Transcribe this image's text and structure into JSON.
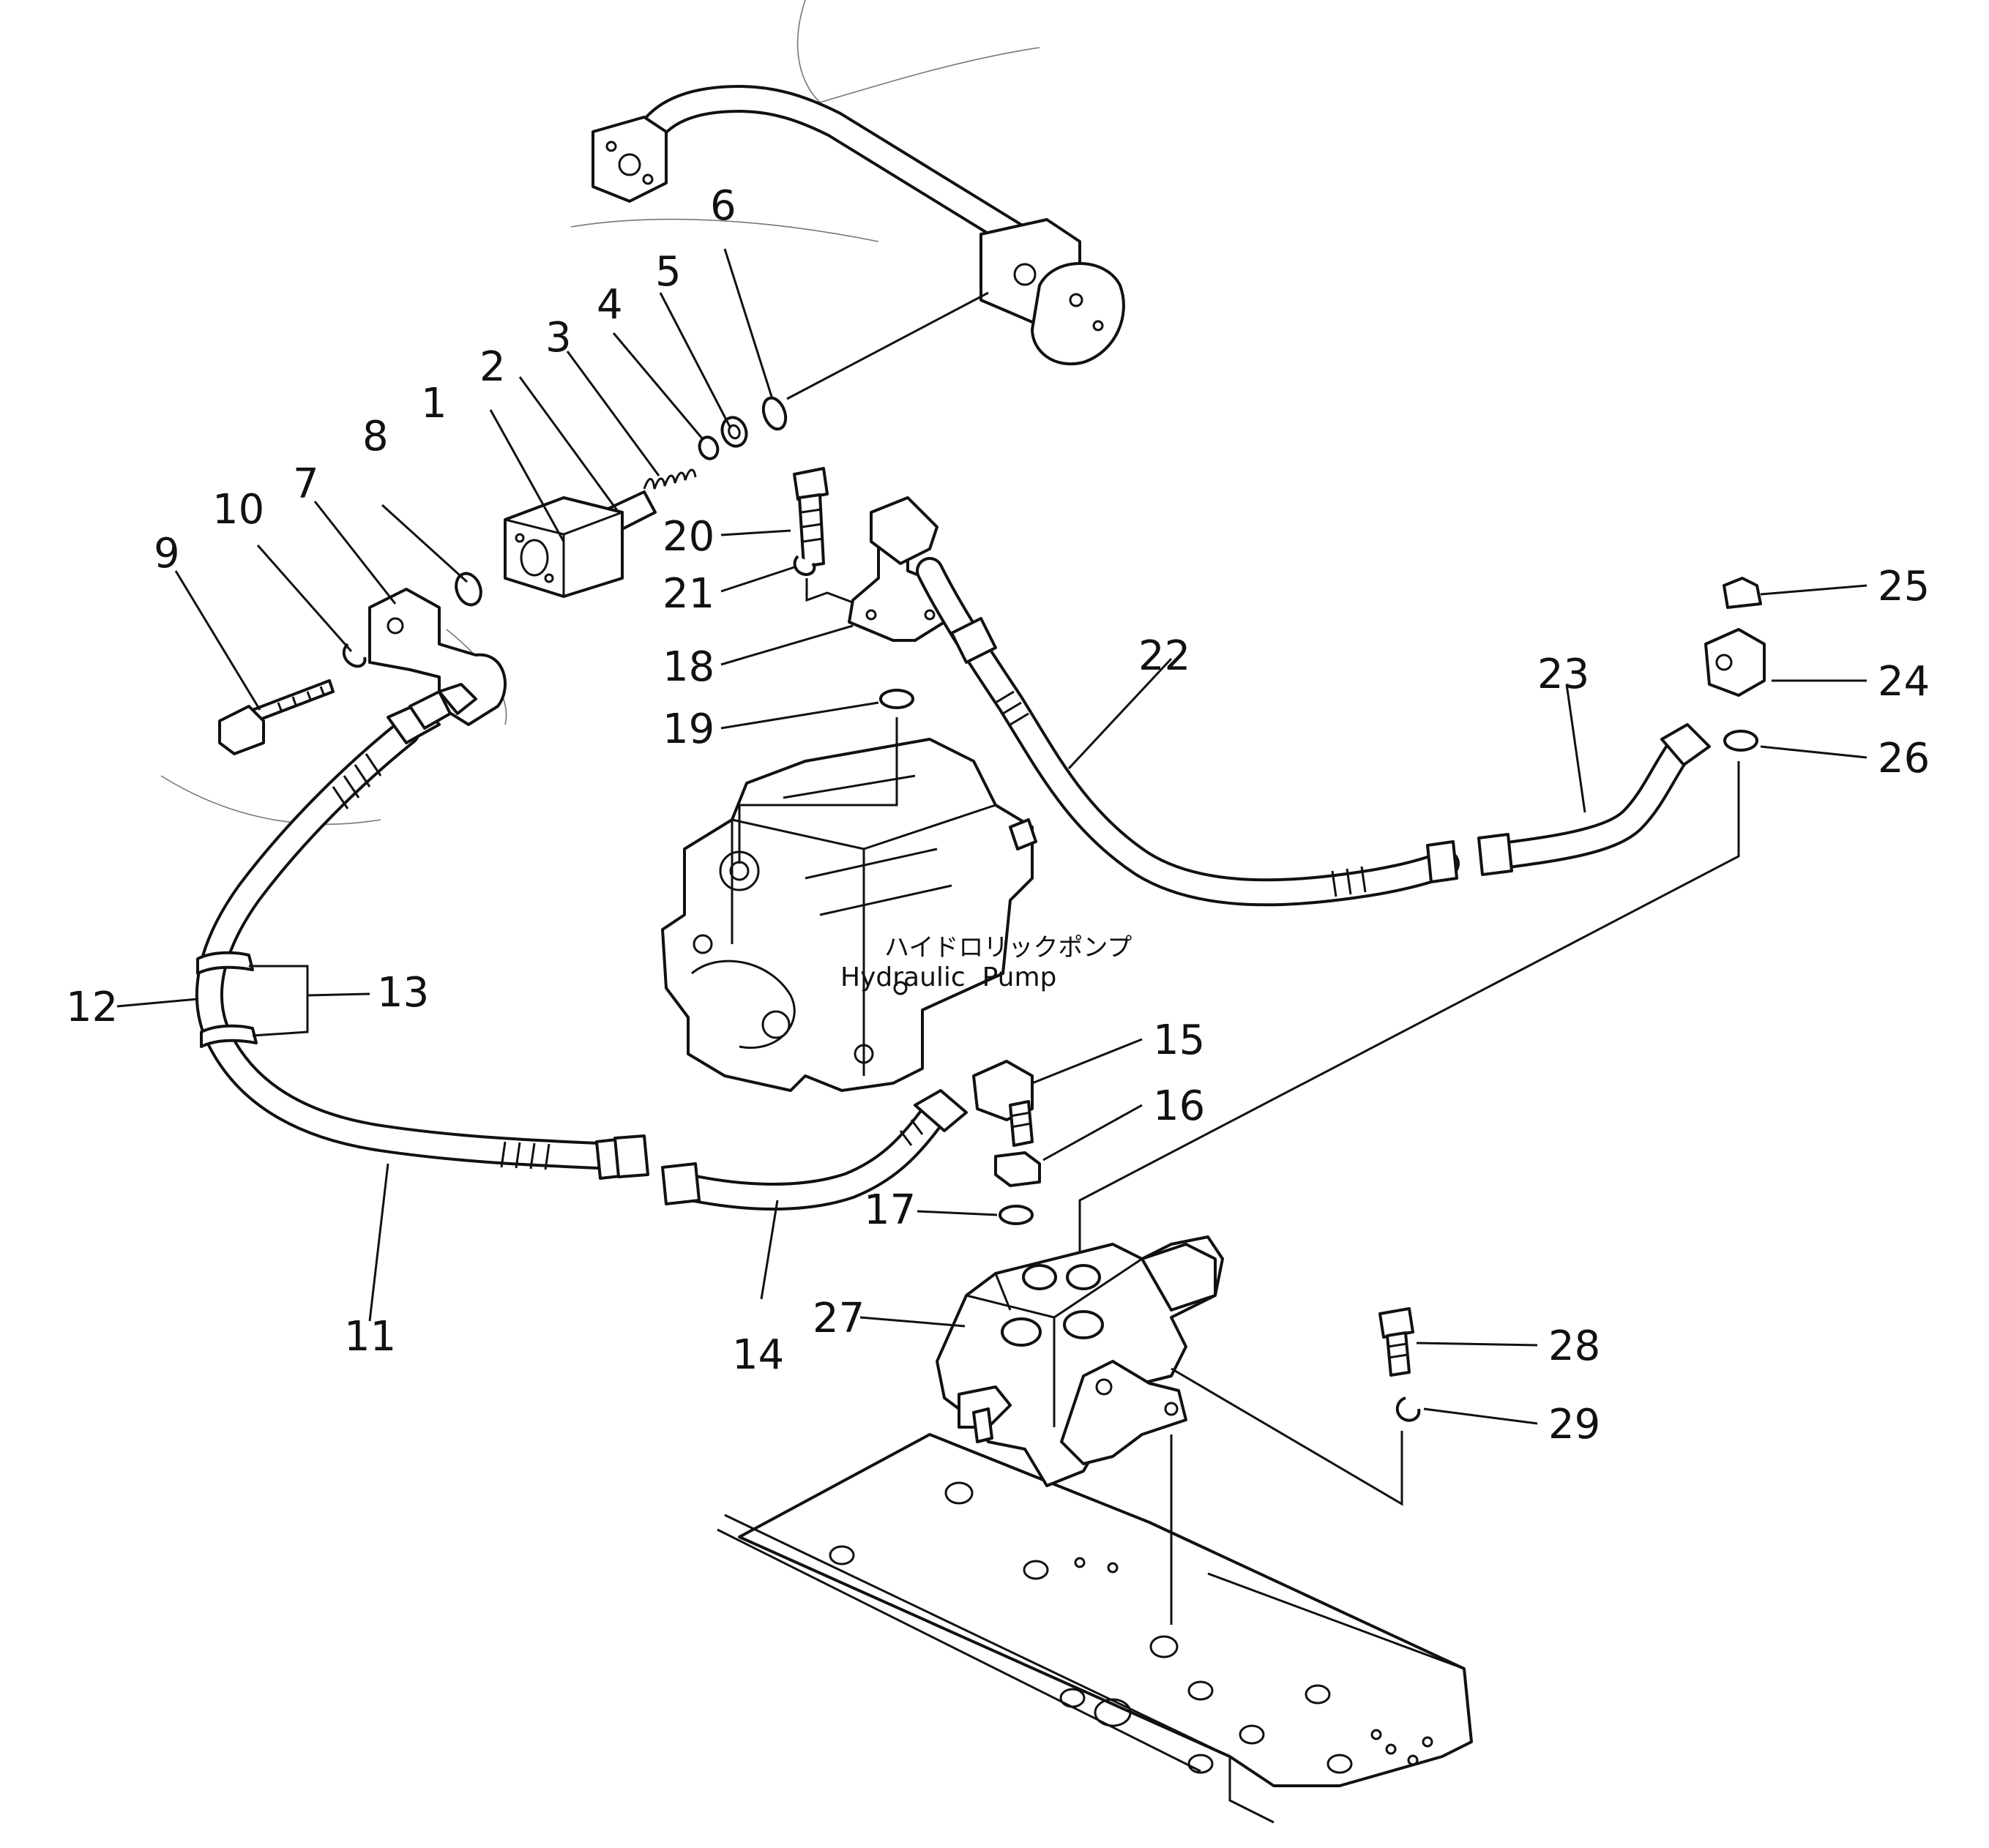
{
  "pump_label": {
    "japanese": "ハイドロリックポンプ",
    "english": "Hydraulic  Pump"
  },
  "callouts": [
    "1",
    "2",
    "3",
    "4",
    "5",
    "6",
    "7",
    "8",
    "9",
    "10",
    "11",
    "12",
    "13",
    "14",
    "15",
    "16",
    "17",
    "18",
    "19",
    "20",
    "21",
    "22",
    "23",
    "24",
    "25",
    "26",
    "27",
    "28",
    "29"
  ]
}
